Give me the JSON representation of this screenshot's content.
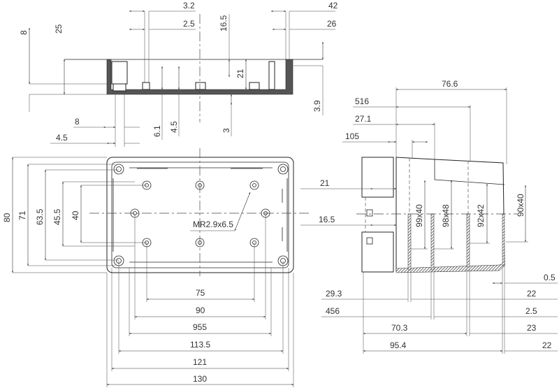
{
  "title": "Enclosure dimension drawing",
  "section_view": {
    "dims": {
      "d3_2": "3.2",
      "d2_5": "2.5",
      "d16_5": "16.5",
      "d42": "42",
      "d26": "26",
      "d8": "8",
      "d25": "25",
      "d21": "21",
      "d3_9": "3.9",
      "d8b": "8",
      "d4_5": "4.5",
      "d6_1": "6.1",
      "d4_5b": "4.5",
      "d3": "3"
    }
  },
  "front_view": {
    "screw_label": "MR2.9x6.5",
    "dims": {
      "d80": "80",
      "d71": "71",
      "d63_5": "63.5",
      "d45_5": "45.5",
      "d40": "40",
      "d75": "75",
      "d90": "90",
      "d955": "955",
      "d113_5": "113.5",
      "d121": "121",
      "d130": "130"
    }
  },
  "side_view": {
    "dims": {
      "d76_6": "76.6",
      "d516": "516",
      "d27_1": "27.1",
      "d105": "105",
      "d21": "21",
      "d16_5": "16.5",
      "s99": "99x40",
      "s98": "98x48",
      "s92": "92x42",
      "s90": "90x40",
      "d0_5": "0.5",
      "d29_3": "29.3",
      "d22a": "22",
      "d456": "456",
      "d2_5": "2.5",
      "d70_3": "70.3",
      "d23": "23",
      "d95_4": "95.4",
      "d22b": "22"
    }
  }
}
